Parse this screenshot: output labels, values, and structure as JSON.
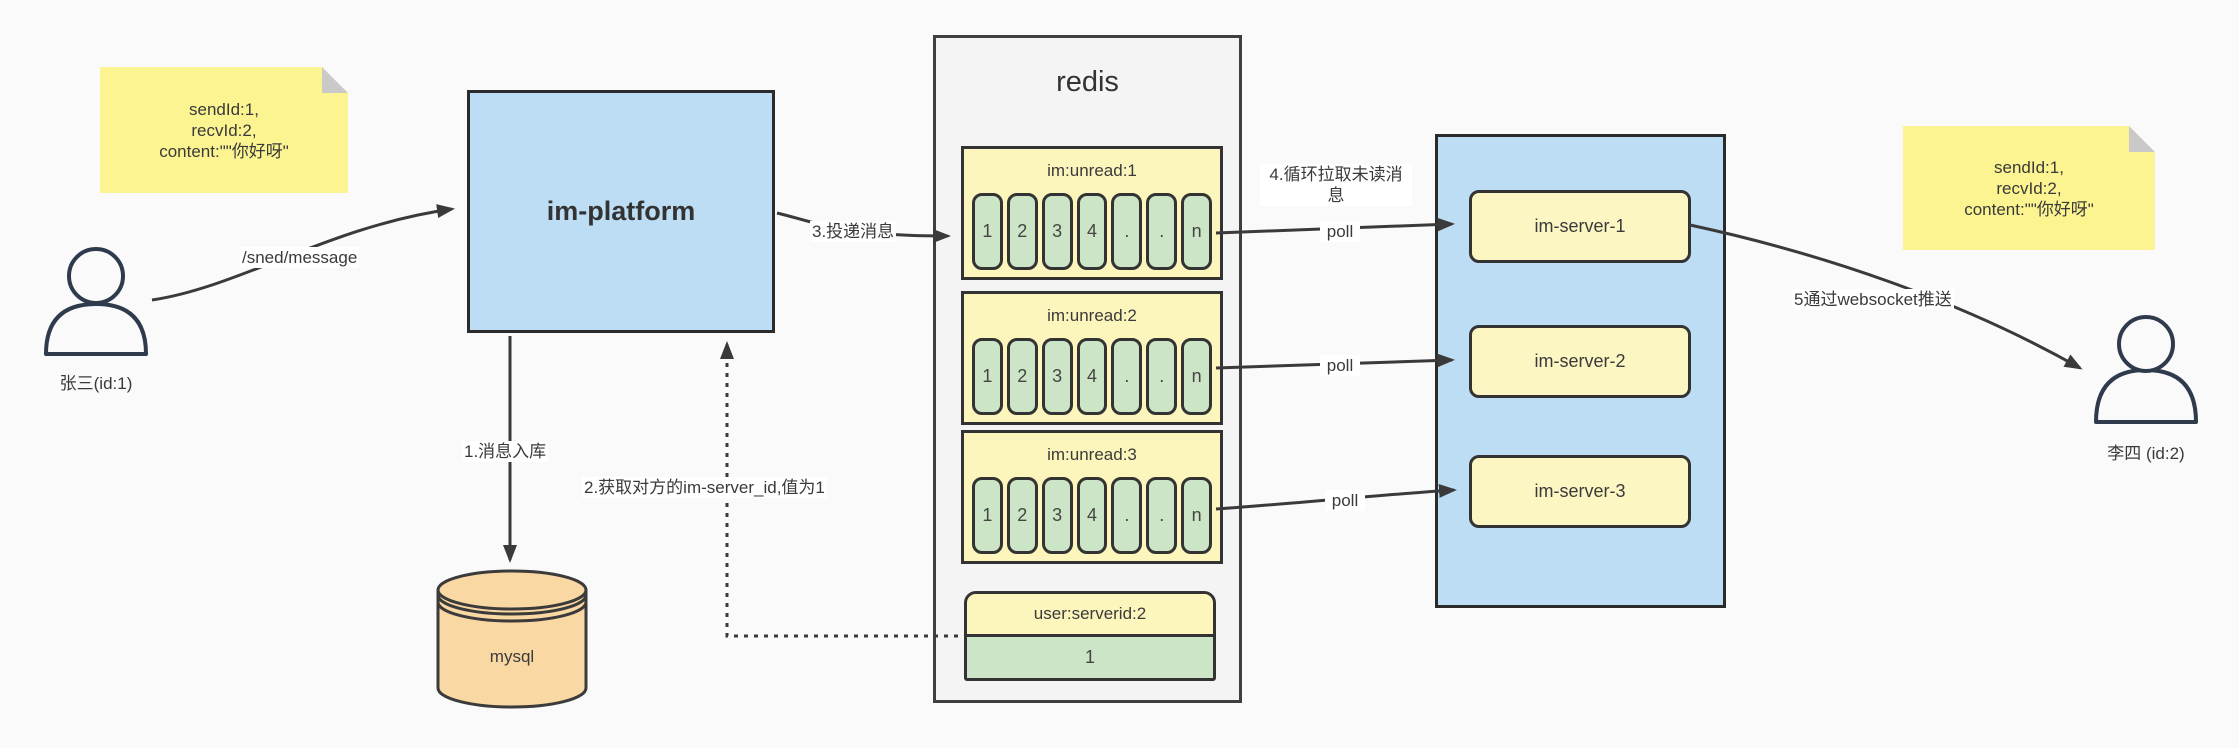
{
  "notes": {
    "left": {
      "lines": [
        "sendId:1,",
        "recvId:2,",
        "content:\"\"你好呀\""
      ]
    },
    "right": {
      "lines": [
        "sendId:1,",
        "recvId:2,",
        "content:\"\"你好呀\""
      ]
    }
  },
  "actors": {
    "sender": {
      "label": "张三(id:1)"
    },
    "receiver": {
      "label": "李四 (id:2)"
    }
  },
  "platform": {
    "label": "im-platform"
  },
  "database": {
    "label": "mysql"
  },
  "redis": {
    "title": "redis",
    "queues": [
      {
        "name": "im:unread:1",
        "cells": [
          "1",
          "2",
          "3",
          "4",
          ".",
          ".",
          "n"
        ]
      },
      {
        "name": "im:unread:2",
        "cells": [
          "1",
          "2",
          "3",
          "4",
          ".",
          ".",
          "n"
        ]
      },
      {
        "name": "im:unread:3",
        "cells": [
          "1",
          "2",
          "3",
          "4",
          ".",
          ".",
          "n"
        ]
      }
    ],
    "kv": {
      "key": "user:serverid:2",
      "value": "1"
    }
  },
  "cluster": {
    "servers": [
      {
        "label": "im-server-1"
      },
      {
        "label": "im-server-2"
      },
      {
        "label": "im-server-3"
      }
    ]
  },
  "edges": {
    "send": "/sned/message",
    "step1": "1.消息入库",
    "step2": "2.获取对方的im-server_id,值为1",
    "step3": "3.投递消息",
    "step4": "4.循环拉取未读消息",
    "step5": "5通过websocket推送",
    "poll": "poll"
  },
  "colors": {
    "background": "#fafafa",
    "note_yellow": "#fbf491",
    "box_blue": "#bdddf4",
    "group_yellow": "#fcf6bd",
    "cell_green": "#cbe5c6",
    "db_orange": "#fad8a4",
    "line_dark": "#3a3a3a"
  }
}
